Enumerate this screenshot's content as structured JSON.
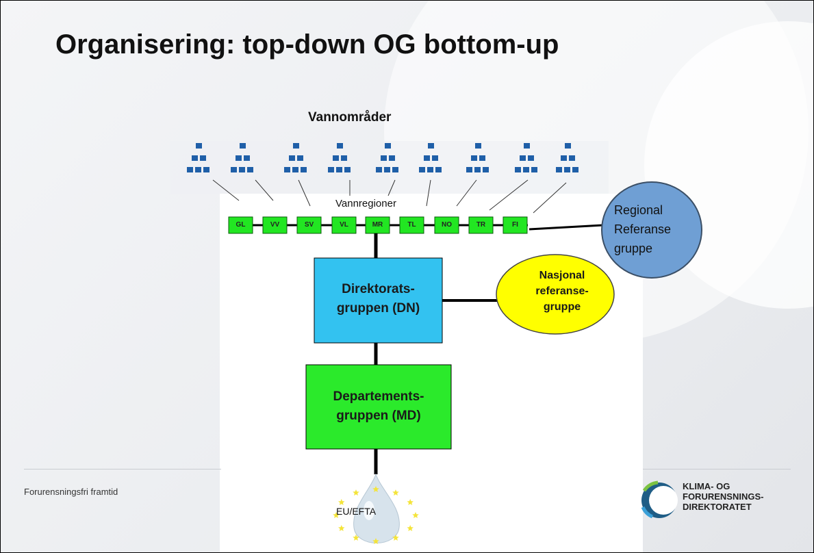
{
  "slide": {
    "title": "Organisering: top-down OG bottom-up",
    "vannomrader_label": "Vannområder",
    "vannregioner_label": "Vannregioner",
    "regions": [
      "GL",
      "VV",
      "SV",
      "VL",
      "MR",
      "TL",
      "NO",
      "TR",
      "FI"
    ],
    "directorate_group": {
      "line1": "Direktorats-",
      "line2": "gruppen (DN)"
    },
    "department_group": {
      "line1": "Departements-",
      "line2": "gruppen (MD)"
    },
    "national_reference": {
      "line1": "Nasjonal",
      "line2": "referanse-",
      "line3": "gruppe"
    },
    "regional_reference": {
      "line1": "Regional",
      "line2": "Referanse",
      "line3": "gruppe"
    },
    "eu_label": "EU/EFTA",
    "footer_text": "Forurensningsfri framtid",
    "logo": {
      "line1": "KLIMA- OG",
      "line2": "FORURENSNINGS-",
      "line3": "DIREKTORATET"
    }
  },
  "colors": {
    "region_green": "#22e622",
    "directorate_blue": "#33c2f0",
    "department_green": "#2bea2b",
    "national_yellow": "#ffff00",
    "regional_blue": "#6f9fd4",
    "area_icon_blue": "#1f5fa8"
  }
}
